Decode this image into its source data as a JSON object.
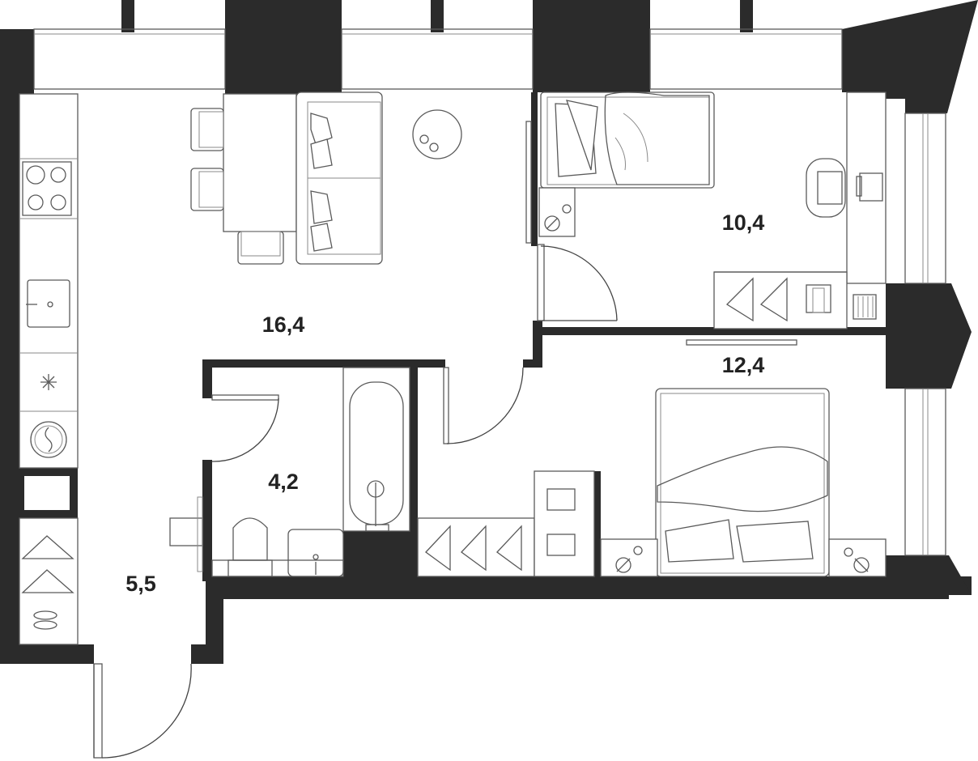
{
  "rooms": {
    "living_kitchen": {
      "area": "16,4"
    },
    "bedroom_small": {
      "area": "10,4"
    },
    "bedroom_large": {
      "area": "12,4"
    },
    "bathroom": {
      "area": "4,2"
    },
    "hallway": {
      "area": "5,5"
    }
  },
  "colors": {
    "wall": "#2b2b2b",
    "line": "#5a5a5a",
    "background": "#ffffff",
    "label": "#222222"
  }
}
